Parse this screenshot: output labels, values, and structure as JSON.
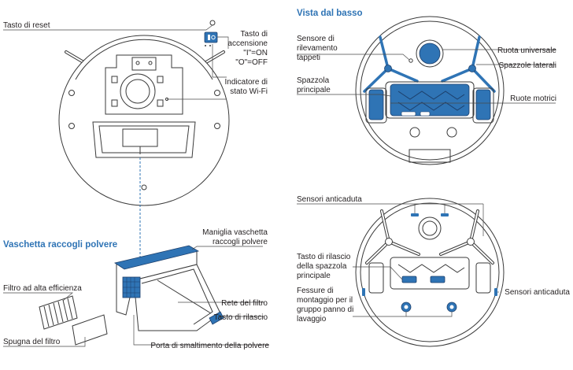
{
  "colors": {
    "accent": "#2f74b5",
    "outline": "#3a3a3a",
    "text": "#231f20"
  },
  "top_view": {
    "labels": {
      "reset": "Tasto di reset",
      "power_1": "Tasto di",
      "power_2": "accensione",
      "power_3": "\"I\"=ON",
      "power_4": "\"O\"=OFF",
      "wifi_1": "Indicatore di",
      "wifi_2": "stato Wi-Fi"
    }
  },
  "bottom_view": {
    "title": "Vista dal basso",
    "labels": {
      "carpet_1": "Sensore di",
      "carpet_2": "rilevamento",
      "carpet_3": "tappeti",
      "universal_wheel": "Ruota universale",
      "side_brushes": "Spazzole laterali",
      "main_brush_1": "Spazzola",
      "main_brush_2": "principale",
      "drive_wheels": "Ruote motrici"
    }
  },
  "bottom_view_2": {
    "labels": {
      "cliff_top": "Sensori anticaduta",
      "release_1": "Tasto di rilascio",
      "release_2": "della spazzola",
      "release_3": "principale",
      "cliff_right": "Sensori anticaduta",
      "holes_1": "Fessure di",
      "holes_2": "montaggio per il",
      "holes_3": "gruppo panno di",
      "holes_4": "lavaggio"
    }
  },
  "dustbin": {
    "title": "Vaschetta raccogli polvere",
    "labels": {
      "handle_1": "Maniglia vaschetta",
      "handle_2": "raccogli polvere",
      "hepa": "Filtro ad alta efficienza",
      "filter_net": "Rete del filtro",
      "release_button": "Tasto di rilascio",
      "sponge": "Spugna del filtro",
      "disposal_port": "Porta di smaltimento della polvere"
    }
  }
}
